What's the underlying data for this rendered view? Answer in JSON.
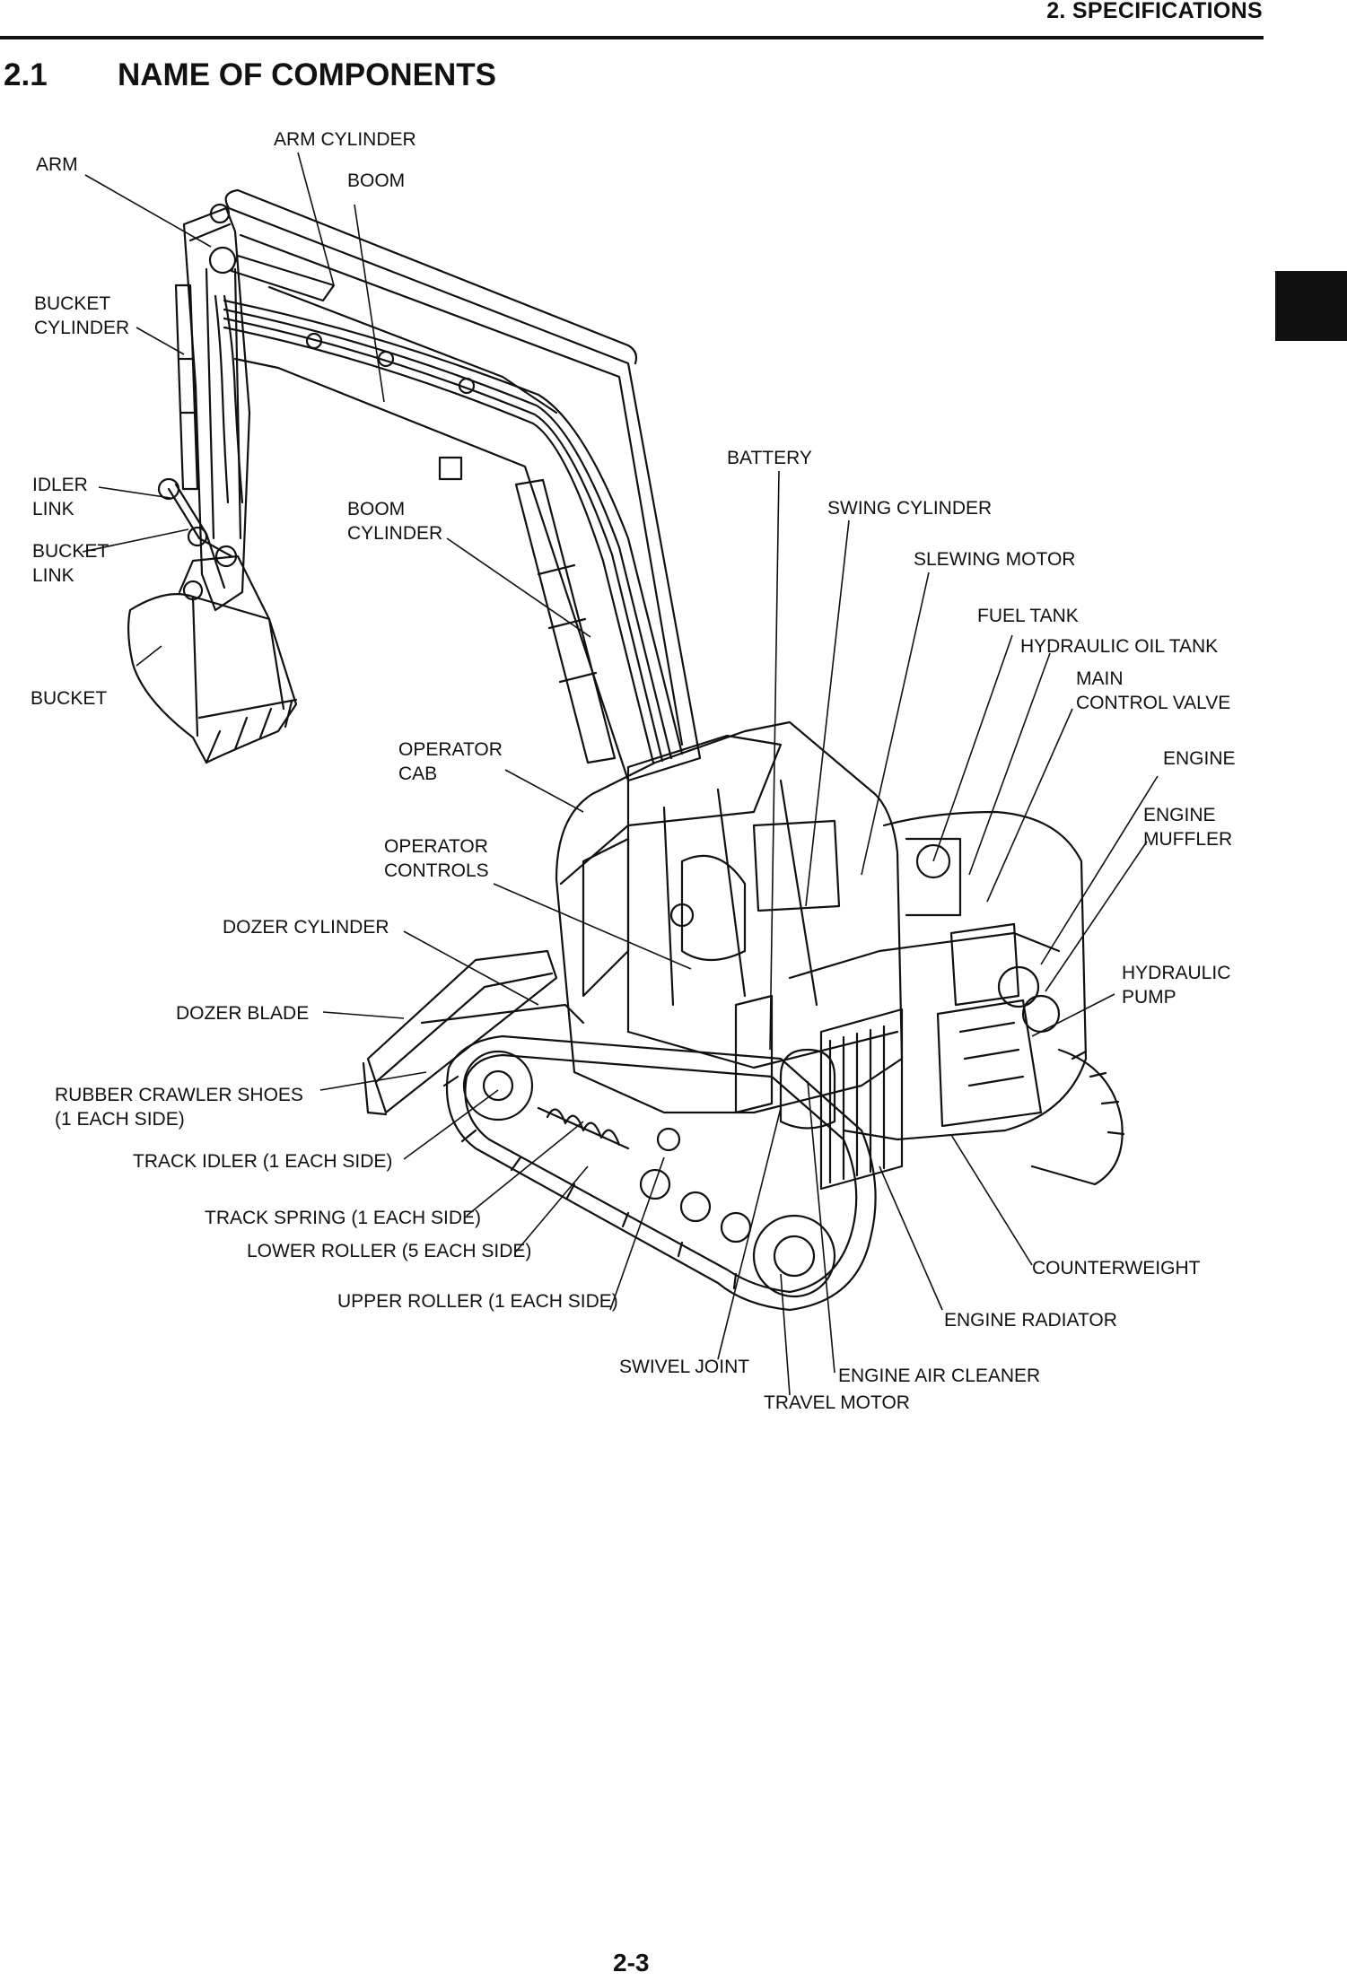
{
  "header": {
    "section": "2. SPECIFICATIONS"
  },
  "title": {
    "number": "2.1",
    "text": "NAME OF COMPONENTS"
  },
  "labels": {
    "arm": "ARM",
    "arm_cylinder": "ARM CYLINDER",
    "boom": "BOOM",
    "bucket_cylinder": "BUCKET\nCYLINDER",
    "idler_link": "IDLER\nLINK",
    "bucket_link": "BUCKET\nLINK",
    "bucket": "BUCKET",
    "boom_cylinder": "BOOM\nCYLINDER",
    "battery": "BATTERY",
    "swing_cylinder": "SWING CYLINDER",
    "slewing_motor": "SLEWING MOTOR",
    "fuel_tank": "FUEL TANK",
    "hydraulic_oil_tank": "HYDRAULIC OIL TANK",
    "main_control_valve": "MAIN\nCONTROL VALVE",
    "engine": "ENGINE",
    "engine_muffler": "ENGINE\nMUFFLER",
    "operator_cab": "OPERATOR\nCAB",
    "operator_controls": "OPERATOR\nCONTROLS",
    "dozer_cylinder": "DOZER CYLINDER",
    "dozer_blade": "DOZER BLADE",
    "hydraulic_pump": "HYDRAULIC\nPUMP",
    "rubber_crawler_shoes": "RUBBER CRAWLER SHOES\n(1 EACH SIDE)",
    "track_idler": "TRACK IDLER (1 EACH SIDE)",
    "track_spring": "TRACK SPRING (1 EACH SIDE)",
    "lower_roller": "LOWER ROLLER (5 EACH SIDE)",
    "upper_roller": "UPPER ROLLER (1 EACH SIDE)",
    "counterweight": "COUNTERWEIGHT",
    "engine_radiator": "ENGINE RADIATOR",
    "swivel_joint": "SWIVEL JOINT",
    "engine_air_cleaner": "ENGINE AIR CLEANER",
    "travel_motor": "TRAVEL MOTOR"
  },
  "footer": {
    "page": "2-3"
  }
}
